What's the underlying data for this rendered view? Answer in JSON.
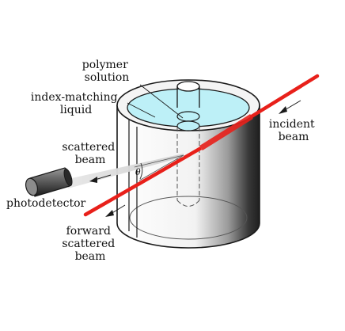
{
  "diagram": {
    "labels": {
      "polymer_solution": [
        "polymer",
        "solution"
      ],
      "index_matching_liquid": [
        "index-matching",
        "liquid"
      ],
      "scattered_beam": [
        "scattered",
        "beam"
      ],
      "photodetector": "photodetector",
      "incident_beam": [
        "incident",
        "beam"
      ],
      "forward_scattered_beam": [
        "forward",
        "scattered",
        "beam"
      ],
      "angle_symbol": "θ"
    },
    "colors": {
      "laser": "#e8201a",
      "liquid": "#bdf0f7",
      "outline": "#1a1a1a",
      "cell_shadow": "#2a2a2a"
    }
  }
}
